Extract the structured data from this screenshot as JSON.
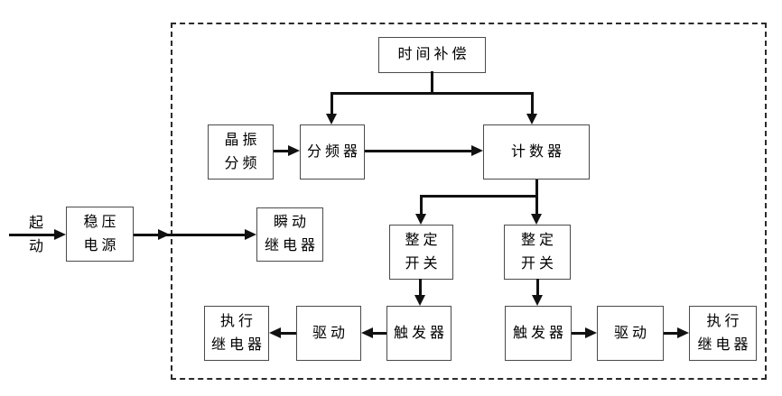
{
  "diagram": {
    "type": "block-diagram",
    "language": "zh-CN",
    "background_color": "#ffffff",
    "line_color": "#111111",
    "box_border_color": "#4a4a4a",
    "boundary_style": "dashed",
    "nodes": {
      "start_label": "起\n动",
      "power": "稳压\n电源",
      "instant_relay": "瞬动\n继电器",
      "time_comp": "时间补偿",
      "crystal": "晶振\n分频",
      "divider": "分频器",
      "counter": "计数器",
      "setting_switch_left": "整定\n开关",
      "setting_switch_right": "整定\n开关",
      "trigger_left": "触发器",
      "trigger_right": "触发器",
      "drive_left": "驱动",
      "drive_right": "驱动",
      "exec_relay_left": "执行\n继电器",
      "exec_relay_right": "执行\n继电器"
    },
    "edges": [
      {
        "from": "start",
        "to": "power"
      },
      {
        "from": "power",
        "to": "instant_relay"
      },
      {
        "from": "time_comp",
        "to": "divider"
      },
      {
        "from": "time_comp",
        "to": "counter"
      },
      {
        "from": "crystal",
        "to": "divider"
      },
      {
        "from": "divider",
        "to": "counter"
      },
      {
        "from": "counter",
        "to": "setting_switch_left"
      },
      {
        "from": "counter",
        "to": "setting_switch_right"
      },
      {
        "from": "setting_switch_left",
        "to": "trigger_left"
      },
      {
        "from": "setting_switch_right",
        "to": "trigger_right"
      },
      {
        "from": "trigger_left",
        "to": "drive_left"
      },
      {
        "from": "drive_left",
        "to": "exec_relay_left"
      },
      {
        "from": "trigger_right",
        "to": "drive_right"
      },
      {
        "from": "drive_right",
        "to": "exec_relay_right"
      }
    ]
  }
}
